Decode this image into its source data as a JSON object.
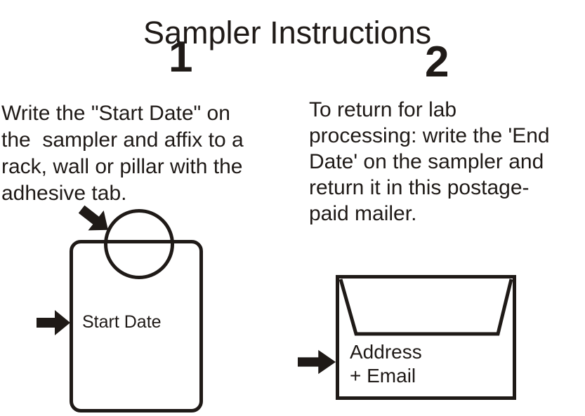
{
  "title": "Sampler Instructions",
  "colors": {
    "ink": "#1f1a17",
    "background": "#ffffff"
  },
  "steps": [
    {
      "number": "1",
      "lines": [
        "Write the \"Start Date\" on",
        "the  sampler and affix to a",
        "rack, wall or pillar with the",
        "adhesive tab."
      ],
      "figure": {
        "type": "hanging-sampler-card",
        "label": "Start Date",
        "icons": [
          "arrow-to-hole-icon",
          "arrow-to-card-icon"
        ]
      }
    },
    {
      "number": "2",
      "lines": [
        "To return for lab",
        "processing: write the 'End",
        "Date' on the sampler and",
        "return it in this postage-",
        "paid mailer."
      ],
      "figure": {
        "type": "return-mailer-envelope",
        "label_lines": [
          "Address",
          "+ Email"
        ],
        "icons": [
          "arrow-to-envelope-icon"
        ]
      }
    }
  ]
}
